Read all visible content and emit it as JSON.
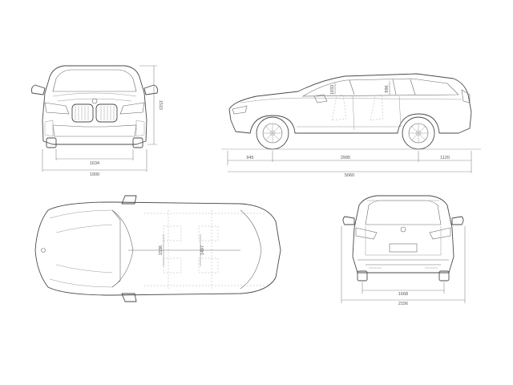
{
  "front_view": {
    "track_front": "1634",
    "width": "1900",
    "height": "1515"
  },
  "side_view": {
    "front_overhang": "945",
    "wheelbase": "2995",
    "rear_overhang": "1120",
    "length": "5060",
    "headroom_front": "1033",
    "headroom_rear": "996"
  },
  "top_view": {
    "shoulder_front": "1536",
    "shoulder_rear": "1497"
  },
  "rear_view": {
    "track_rear": "1668",
    "width_mirrors": "2156"
  },
  "colors": {
    "line": "#4a4a4a",
    "dimension": "#8a8a8a",
    "background": "#ffffff"
  }
}
